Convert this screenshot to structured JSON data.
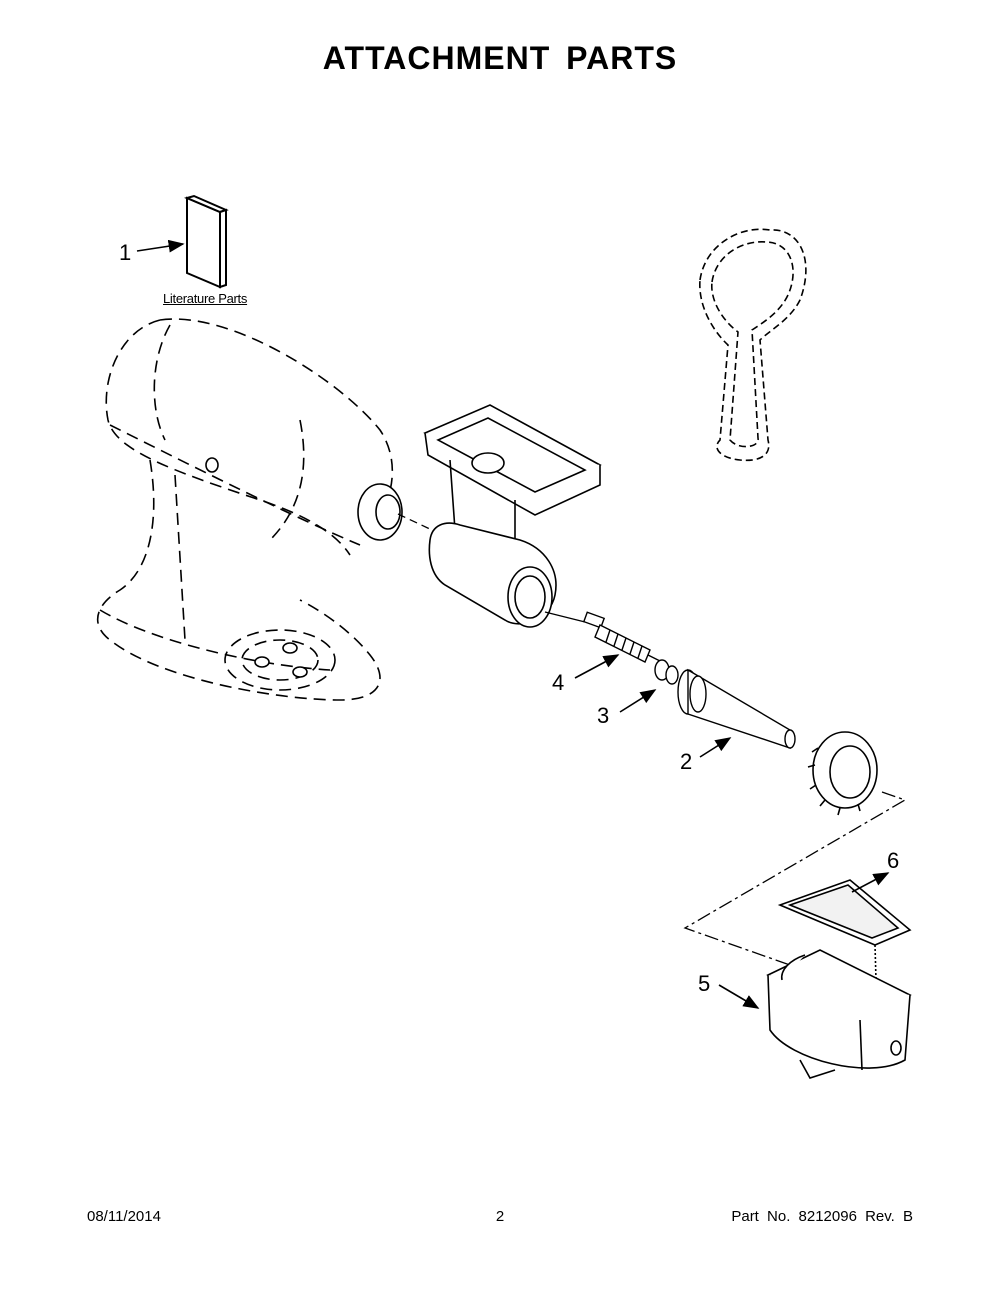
{
  "title": "ATTACHMENT PARTS",
  "literature_label": "Literature Parts",
  "callouts": [
    "1",
    "2",
    "3",
    "4",
    "5",
    "6"
  ],
  "footer": {
    "date": "08/11/2014",
    "page": "2",
    "part_no": "Part No.  8212096  Rev.  B"
  }
}
